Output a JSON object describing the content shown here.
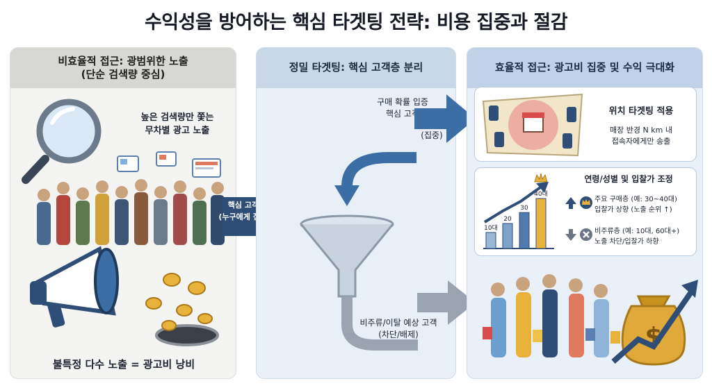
{
  "title": "수익성을 방어하는 핵심 타겟팅 전략: 비용 집중과 절감",
  "panel_left": {
    "heading_line1": "비효율적 접근: 광범위한 노출",
    "heading_line2": "(단순 검색량 중심)",
    "callout_line1": "높은 검색량만 쫓는",
    "callout_line2": "무차별 광고 노출",
    "footer": "불특정 다수 노출 = 광고비 낭비"
  },
  "panel_middle": {
    "heading": "정밀 타겟팅: 핵심 고객층 분리",
    "filter_line1": "핵심 고객 필터링",
    "filter_line2": "(누구에게 집중/배제?)",
    "top_line1": "구매 확률 입증",
    "top_line2": "핵심 고객",
    "top_tag": "(집중)",
    "bottom_line1": "비주류/이탈 예상 고객",
    "bottom_line2": "(차단/배제)"
  },
  "panel_right": {
    "heading": "효율적 접근: 광고비 집중 및 수익 극대화",
    "location": {
      "title": "위치 타겟팅 적용",
      "desc_line1": "매장 반경 N km 내",
      "desc_line2": "접속자에게만 송출"
    },
    "bidding": {
      "title": "연령/성별 및 입찰가 조정",
      "bars": [
        "10대",
        "20",
        "30",
        "40대"
      ],
      "bar_levels": [
        0.32,
        0.5,
        0.72,
        1.0
      ],
      "up_line1": "주요 구매층 (예: 30~40대)",
      "up_line2": "입찰가 상향 (노출 순위 ↑)",
      "down_line1": "비주류층 (예: 10대, 60대+)",
      "down_line2": "노출 차단/입찰가 하향"
    }
  },
  "colors": {
    "navy": "#2e4e78",
    "blue": "#3b6ea5",
    "gold": "#e8b23a",
    "grey_arrow": "#9aa4b0"
  }
}
